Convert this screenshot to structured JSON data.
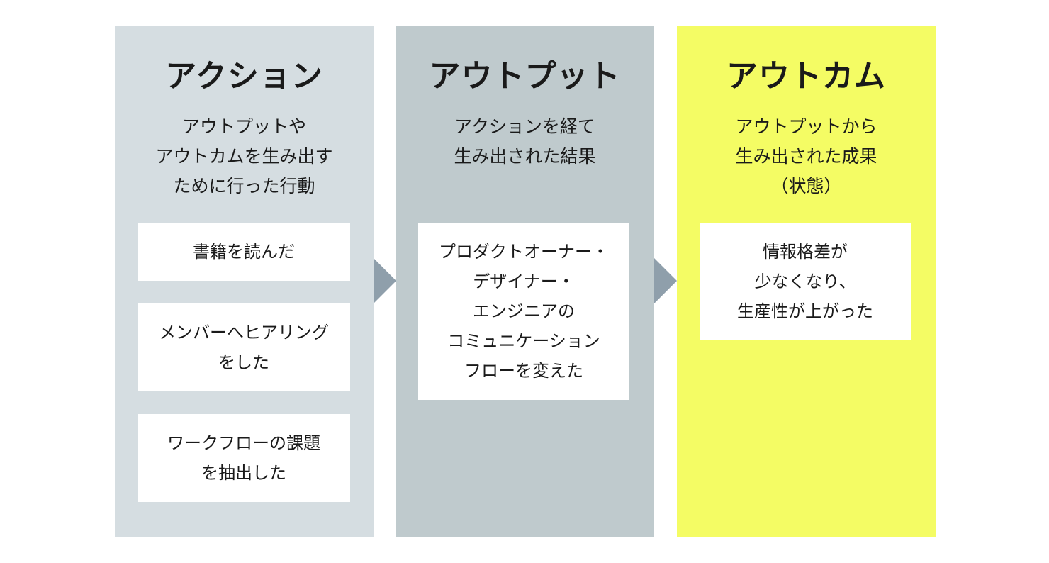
{
  "colors": {
    "background": "#ffffff",
    "action_bg": "#d5dde1",
    "output_bg": "#bfcacd",
    "outcome_bg": "#f4fc64",
    "card_bg": "#ffffff",
    "arrow": "#8f9fab",
    "text": "#1a1a1a"
  },
  "columns": [
    {
      "title": "アクション",
      "description": "アウトプットや\nアウトカムを生み出す\nために行った行動",
      "cards": [
        "書籍を読んだ",
        "メンバーへヒアリング\nをした",
        "ワークフローの課題\nを抽出した"
      ]
    },
    {
      "title": "アウトプット",
      "description": "アクションを経て\n生み出された結果",
      "cards": [
        "プロダクトオーナー・\nデザイナー・\nエンジニアの\nコミュニケーション\nフローを変えた"
      ]
    },
    {
      "title": "アウトカム",
      "description": "アウトプットから\n生み出された成果\n（状態）",
      "cards": [
        "情報格差が\n少なくなり、\n生産性が上がった"
      ]
    }
  ]
}
